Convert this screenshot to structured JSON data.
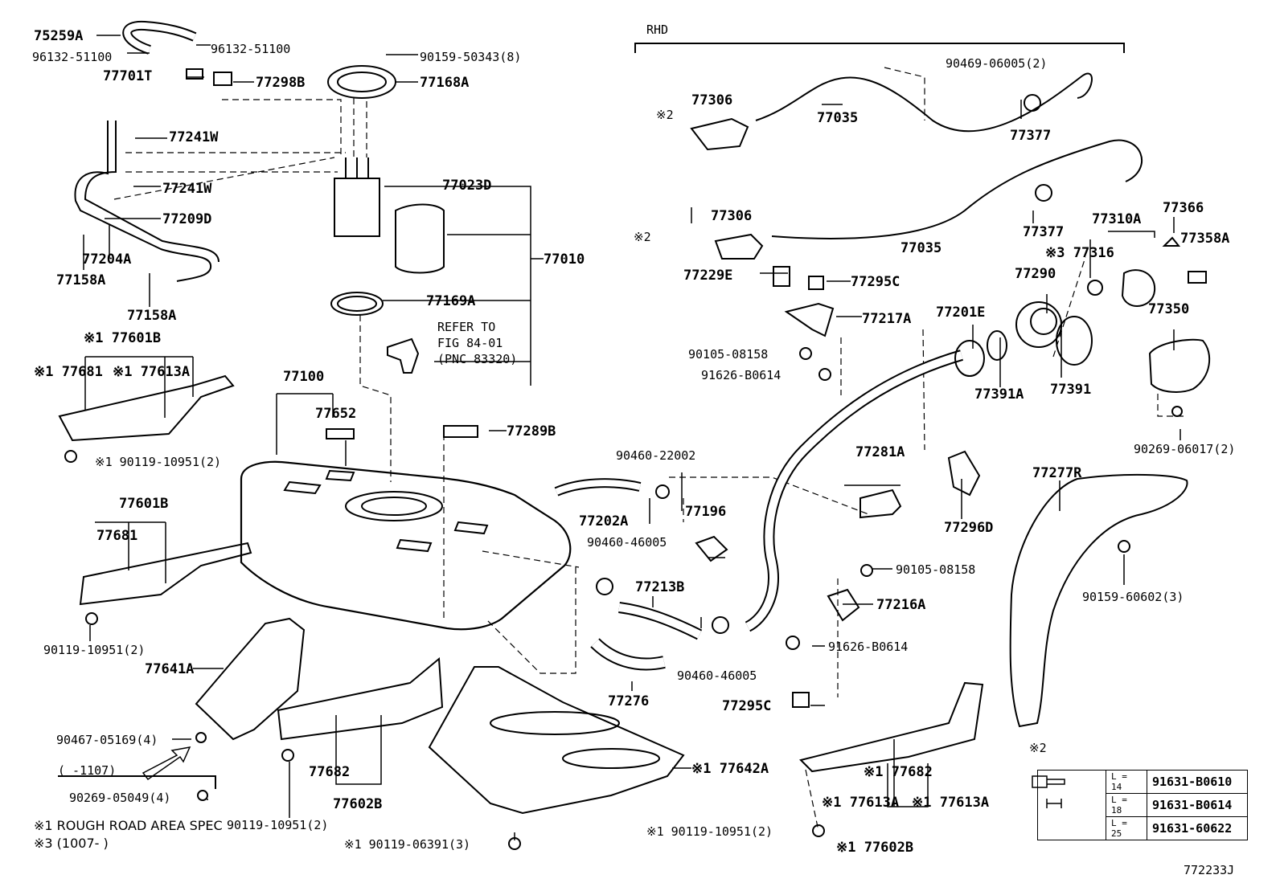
{
  "section_label": "RHD",
  "figure_code": "772233J",
  "notes": {
    "n1": "※1 ROUGH ROAD AREA SPEC",
    "n3": "※3 (1007-     )",
    "range_1107": "(    -1107)",
    "star2_box": "※2"
  },
  "bolt_table": [
    {
      "length": "L = 14",
      "part": "91631-B0610"
    },
    {
      "length": "L = 18",
      "part": "91631-B0614"
    },
    {
      "length": "L = 25",
      "part": "91631-60622"
    }
  ],
  "labels": {
    "p75259A": "75259A",
    "p96132_left": "96132-51100",
    "p96132_right": "96132-51100",
    "p90159_50343": "90159-50343(8)",
    "p77701T": "77701T",
    "p77298B": "77298B",
    "p77168A": "77168A",
    "p77241W_1": "77241W",
    "p77241W_2": "77241W",
    "p77209D": "77209D",
    "p77204A": "77204A",
    "p77158A_1": "77158A",
    "p77158A_2": "77158A",
    "p77023D": "77023D",
    "p77010": "77010",
    "p77169A": "77169A",
    "refer1": "REFER TO",
    "refer2": "FIG 84-01",
    "refer3": "(PNC 83320)",
    "p77601B_top": "※1 77601B",
    "p77681_top": "※1 77681",
    "p77613A_top": "※1 77613A",
    "p90119_top": "※1 90119-10951(2)",
    "p77601B": "77601B",
    "p77681": "77681",
    "p90119_mid": "90119-10951(2)",
    "p77641A": "77641A",
    "p90467": "90467-05169(4)",
    "p90269_05049": "90269-05049(4)",
    "p77100": "77100",
    "p77652": "77652",
    "p77289B": "77289B",
    "p77682_left": "77682",
    "p77602B_left": "77602B",
    "p90119_bottom": "90119-10951(2)",
    "p90119_06391": "※1 90119-06391(3)",
    "p77642A": "※1 77642A",
    "p90460_22002": "90460-22002",
    "p77202A": "77202A",
    "p77196": "77196",
    "p90460_46005_a": "90460-46005",
    "p77213B": "77213B",
    "p90460_46005_b": "90460-46005",
    "p77276": "77276",
    "p77306_1": "77306",
    "star2_a": "※2",
    "p77035_1": "77035",
    "p90469": "90469-06005(2)",
    "p77377_1": "77377",
    "p77306_2": "77306",
    "star2_b": "※2",
    "p77035_2": "77035",
    "p77377_2": "77377",
    "p77229E": "77229E",
    "p77295C_1": "77295C",
    "p77217A": "77217A",
    "p90105_1": "90105-08158",
    "p91626_1": "91626-B0614",
    "p77201E": "77201E",
    "p77391A": "77391A",
    "p77391": "77391",
    "p77290": "77290",
    "p77316": "※3 77316",
    "p77310A": "77310A",
    "p77366": "77366",
    "p77358A": "77358A",
    "p77350": "77350",
    "p90269_06017": "90269-06017(2)",
    "p77281A": "77281A",
    "p77296D": "77296D",
    "p77277R": "77277R",
    "p90105_2": "90105-08158",
    "p77216A": "77216A",
    "p91626_2": "91626-B0614",
    "p77295C_2": "77295C",
    "p90159_60602": "90159-60602(3)",
    "p77682_right": "※1 77682",
    "p77613A_r1": "※1 77613A",
    "p77613A_r2": "※1 77613A",
    "p90119_right": "※1 90119-10951(2)",
    "p77602B_right": "※1 77602B"
  }
}
